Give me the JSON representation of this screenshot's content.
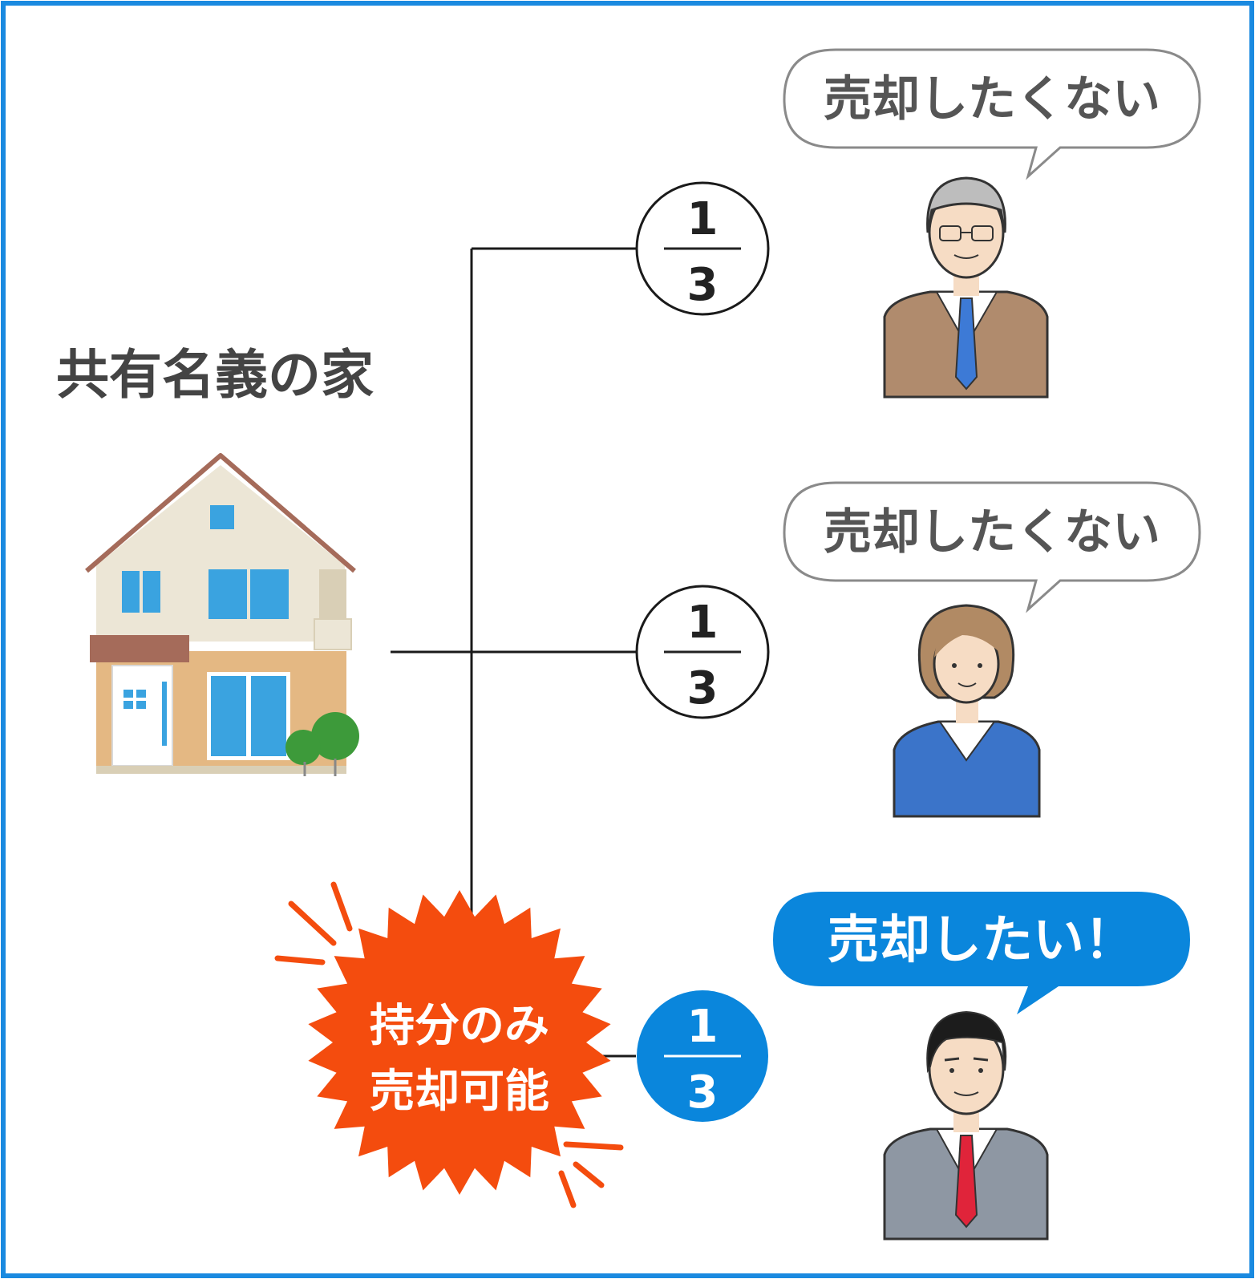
{
  "colors": {
    "frame": "#1a8ae0",
    "line": "#1a1a1a",
    "speech_gray": "#8a8a8a",
    "speech_text_gray": "#555555",
    "blue_bubble": "#0a86dc",
    "burst": "#f44c0e",
    "house_wall": "#ece6d6",
    "house_lower": "#e4b883",
    "house_roof": "#a56b5a",
    "window": "#3aa3e0",
    "tree": "#3d9a3a"
  },
  "diagram": {
    "house_label": "共有名義の家",
    "burst_label_line1": "持分のみ",
    "burst_label_line2": "売却可能",
    "owners": [
      {
        "speech": "売却したくない",
        "share_numerator": "1",
        "share_denominator": "3",
        "highlight": false,
        "person": "elderly-man-brown-suit-icon"
      },
      {
        "speech": "売却したくない",
        "share_numerator": "1",
        "share_denominator": "3",
        "highlight": false,
        "person": "woman-blue-jacket-icon"
      },
      {
        "speech": "売却したい！",
        "share_numerator": "1",
        "share_denominator": "3",
        "highlight": true,
        "person": "man-gray-suit-icon"
      }
    ]
  }
}
